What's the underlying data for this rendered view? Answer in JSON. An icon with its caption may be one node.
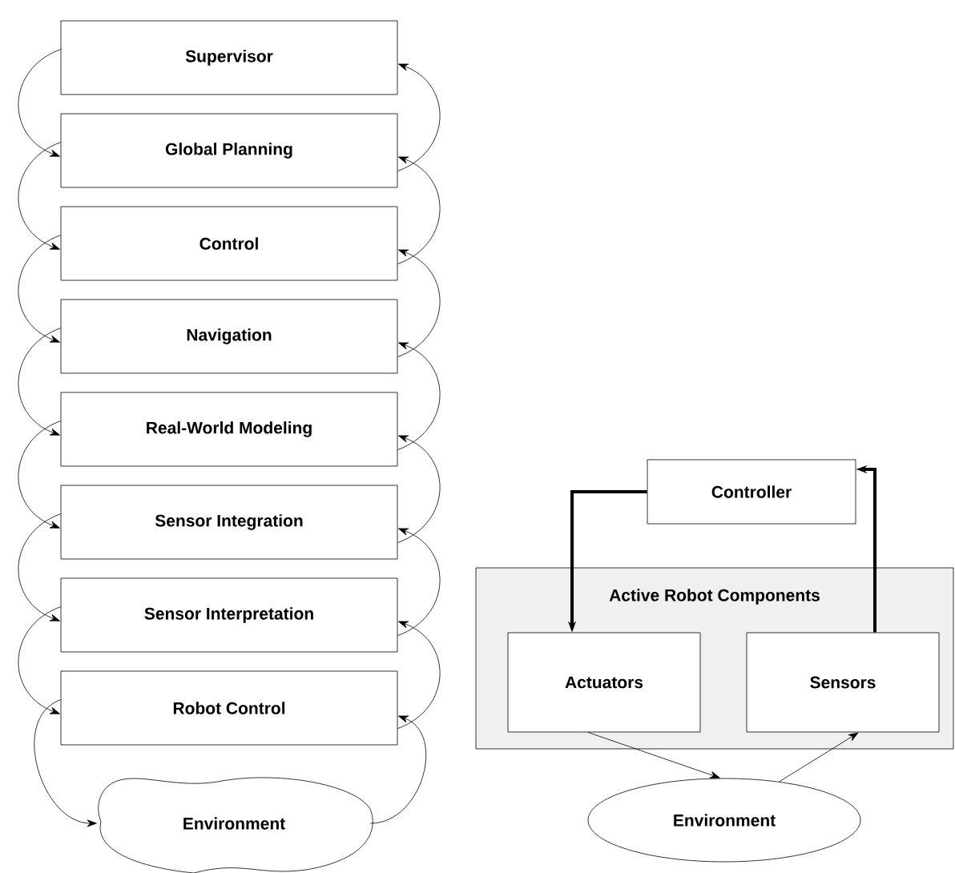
{
  "diagram": {
    "nodes": [
      {
        "text": [
          "Supervisor"
        ]
      },
      {
        "text": [
          "Global Planning"
        ]
      },
      {
        "text": [
          "Control"
        ]
      },
      {
        "text": [
          "Navigation"
        ]
      },
      {
        "text": [
          "Real-World Modeling"
        ]
      },
      {
        "text": [
          "Sensor Integration"
        ]
      },
      {
        "text": [
          "Sensor Interpretation"
        ]
      },
      {
        "text": [
          "Robot Control"
        ]
      },
      {
        "text": [
          "Environment"
        ]
      },
      {
        "text": [
          "Controller"
        ]
      },
      {
        "text": [
          "Active Robot Components"
        ]
      },
      {
        "text": [
          "Actuators"
        ],
        "in": 10
      },
      {
        "text": [
          "Sensors"
        ],
        "in": 10
      },
      {
        "text": [
          "Environment"
        ]
      }
    ],
    "edges": [
      {
        "from": 0,
        "to": 1,
        "arrow": "to"
      },
      {
        "from": 1,
        "to": 2,
        "arrow": "to"
      },
      {
        "from": 2,
        "to": 3,
        "arrow": "to"
      },
      {
        "from": 3,
        "to": 4,
        "arrow": "to"
      },
      {
        "from": 4,
        "to": 5,
        "arrow": "to"
      },
      {
        "from": 5,
        "to": 6,
        "arrow": "to"
      },
      {
        "from": 6,
        "to": 7,
        "arrow": "to"
      },
      {
        "from": 7,
        "to": 8,
        "arrow": "to"
      },
      {
        "from": 8,
        "to": 7,
        "arrow": "to"
      },
      {
        "from": 7,
        "to": 6,
        "arrow": "to"
      },
      {
        "from": 6,
        "to": 5,
        "arrow": "to"
      },
      {
        "from": 5,
        "to": 4,
        "arrow": "to"
      },
      {
        "from": 4,
        "to": 3,
        "arrow": "to"
      },
      {
        "from": 3,
        "to": 2,
        "arrow": "to"
      },
      {
        "from": 2,
        "to": 1,
        "arrow": "to"
      },
      {
        "from": 1,
        "to": 0,
        "arrow": "to"
      },
      {
        "from": 9,
        "to": 11,
        "arrow": "to",
        "style": "thick"
      },
      {
        "from": 12,
        "to": 9,
        "arrow": "to",
        "style": "thick"
      },
      {
        "from": 11,
        "to": 13,
        "arrow": "to"
      },
      {
        "from": 13,
        "to": 12,
        "arrow": "to"
      }
    ]
  }
}
